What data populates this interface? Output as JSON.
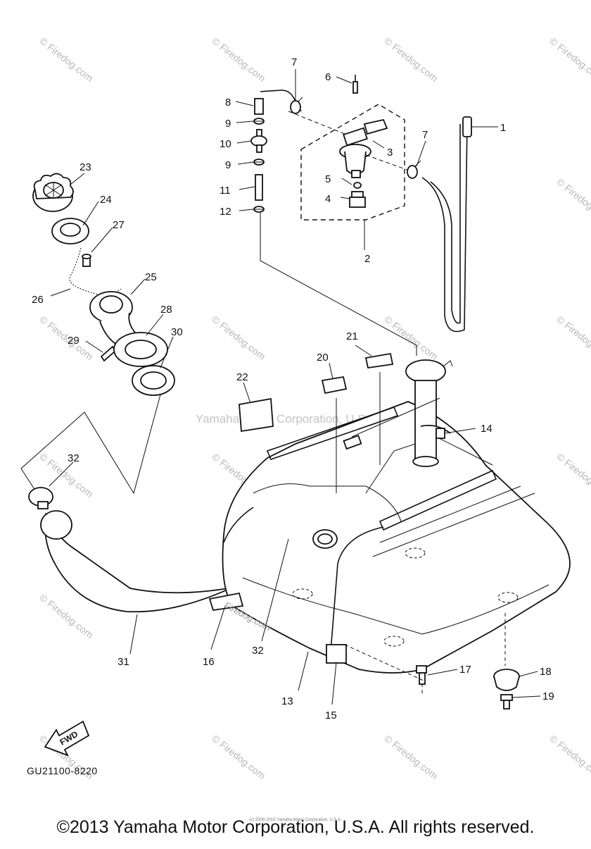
{
  "diagram": {
    "part_numbers": [
      "1",
      "2",
      "3",
      "4",
      "5",
      "6",
      "7",
      "7",
      "8",
      "9",
      "9",
      "10",
      "11",
      "12",
      "13",
      "14",
      "15",
      "16",
      "17",
      "18",
      "19",
      "20",
      "21",
      "22",
      "23",
      "24",
      "25",
      "26",
      "27",
      "28",
      "29",
      "30",
      "31",
      "32",
      "32"
    ],
    "fwd_label": "FWD",
    "diagram_code": "GU21100-8220",
    "center_watermark": "Yamaha Motor Corporation, U.S.A.",
    "watermark_text": "© Firedog.com",
    "inline_watermark": "Firedog.com",
    "tiny_credit": "(c) 2000-2015 Yamaha Motor Corporation, U.S.A.",
    "copyright": "©2013 Yamaha Motor Corporation, U.S.A. All rights reserved."
  }
}
